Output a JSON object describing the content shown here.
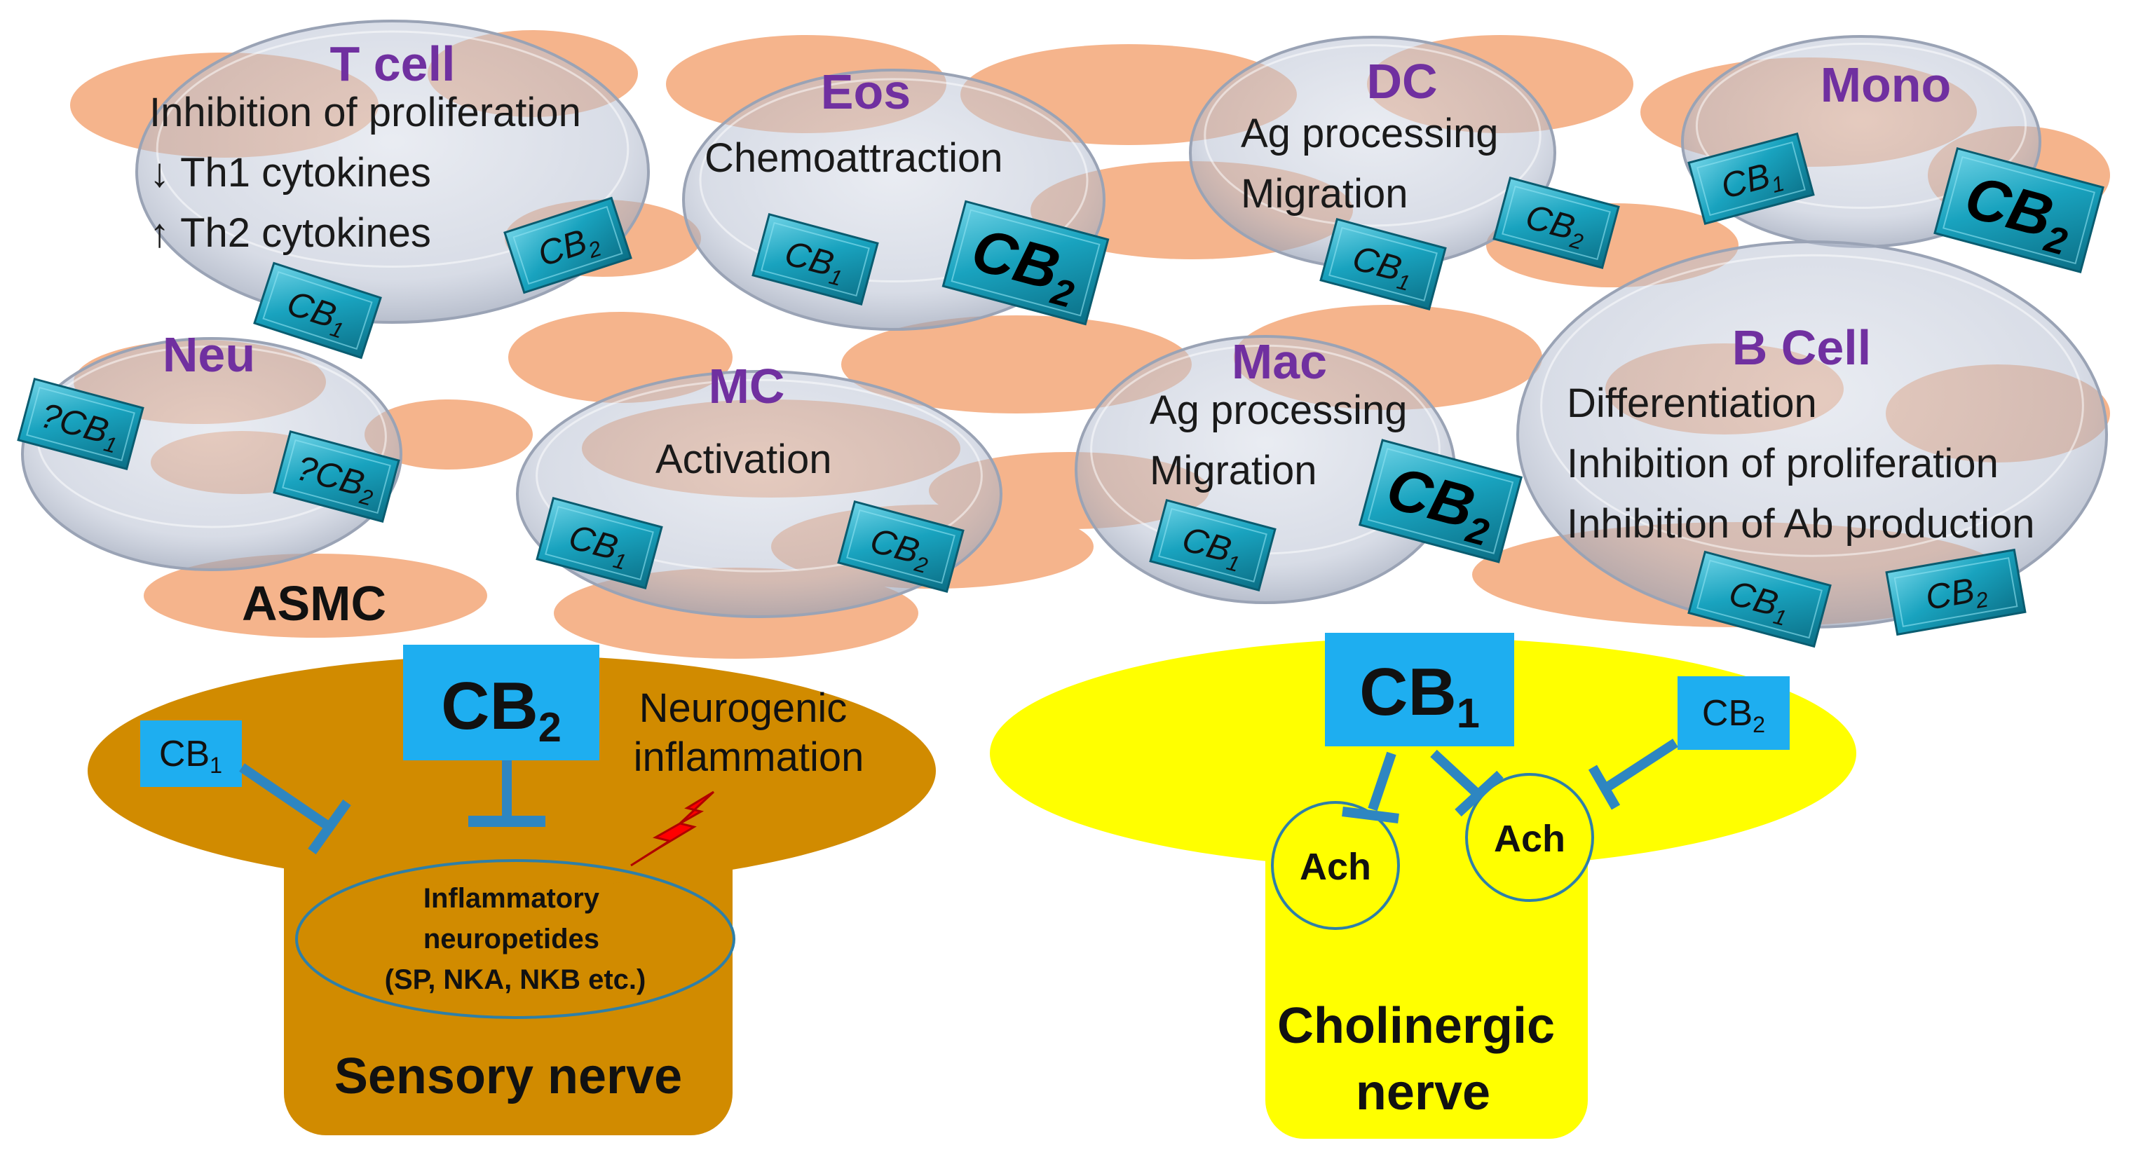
{
  "background_label": "ASMC",
  "cells": [
    {
      "id": "tcell",
      "title": "T cell",
      "lines": [
        "Inhibition of proliferation",
        "↓ Th1 cytokines",
        "↑ Th2 cytokines"
      ],
      "receptors": [
        {
          "prefix": "",
          "base": "CB",
          "sub": "2"
        },
        {
          "prefix": "",
          "base": "CB",
          "sub": "1"
        }
      ]
    },
    {
      "id": "eos",
      "title": "Eos",
      "lines": [
        "Chemoattraction"
      ],
      "receptors": [
        {
          "prefix": "",
          "base": "CB",
          "sub": "1"
        },
        {
          "prefix": "",
          "base": "CB",
          "sub": "2",
          "emphasis": true
        }
      ]
    },
    {
      "id": "dc",
      "title": "DC",
      "lines": [
        "Ag processing",
        "Migration"
      ],
      "receptors": [
        {
          "prefix": "",
          "base": "CB",
          "sub": "2"
        },
        {
          "prefix": "",
          "base": "CB",
          "sub": "1"
        }
      ]
    },
    {
      "id": "mono",
      "title": "Mono",
      "lines": [],
      "receptors": [
        {
          "prefix": "",
          "base": "CB",
          "sub": "1"
        },
        {
          "prefix": "",
          "base": "CB",
          "sub": "2",
          "emphasis": true
        }
      ]
    },
    {
      "id": "neu",
      "title": "Neu",
      "lines": [],
      "receptors": [
        {
          "prefix": "?",
          "base": "CB",
          "sub": "1"
        },
        {
          "prefix": "?",
          "base": "CB",
          "sub": "2"
        }
      ]
    },
    {
      "id": "mc",
      "title": "MC",
      "lines": [
        "Activation"
      ],
      "receptors": [
        {
          "prefix": "",
          "base": "CB",
          "sub": "1"
        },
        {
          "prefix": "",
          "base": "CB",
          "sub": "2"
        }
      ]
    },
    {
      "id": "mac",
      "title": "Mac",
      "lines": [
        "Ag processing",
        "Migration"
      ],
      "receptors": [
        {
          "prefix": "",
          "base": "CB",
          "sub": "2",
          "emphasis": true
        },
        {
          "prefix": "",
          "base": "CB",
          "sub": "1"
        }
      ]
    },
    {
      "id": "bcell",
      "title": "B Cell",
      "lines": [
        "Differentiation",
        "Inhibition of proliferation",
        "Inhibition of Ab production"
      ],
      "receptors": [
        {
          "prefix": "",
          "base": "CB",
          "sub": "1"
        },
        {
          "prefix": "",
          "base": "CB",
          "sub": "2"
        }
      ]
    }
  ],
  "sensory_nerve": {
    "title": "Sensory nerve",
    "receptor_small": {
      "base": "CB",
      "sub": "1"
    },
    "receptor_large": {
      "base": "CB",
      "sub": "2"
    },
    "neurogenic_label": [
      "Neurogenic",
      "inflammation"
    ],
    "neuropeptides": [
      "Inflammatory",
      "neuropetides",
      "(SP, NKA, NKB etc.)"
    ],
    "color": "#d18b00"
  },
  "cholinergic_nerve": {
    "title": [
      "Cholinergic",
      "nerve"
    ],
    "receptor_large": {
      "base": "CB",
      "sub": "1"
    },
    "receptor_small": {
      "base": "CB",
      "sub": "2"
    },
    "vesicles": [
      "Ach",
      "Ach"
    ],
    "color": "#ffff00"
  },
  "colors": {
    "cell_title": "#7030a0",
    "receptor": "#19a3bf",
    "blob": "#f5b48c",
    "nerve_box": "#1eaef0",
    "inhibit_line": "#2e86c1",
    "lightning": "#ff0000"
  }
}
